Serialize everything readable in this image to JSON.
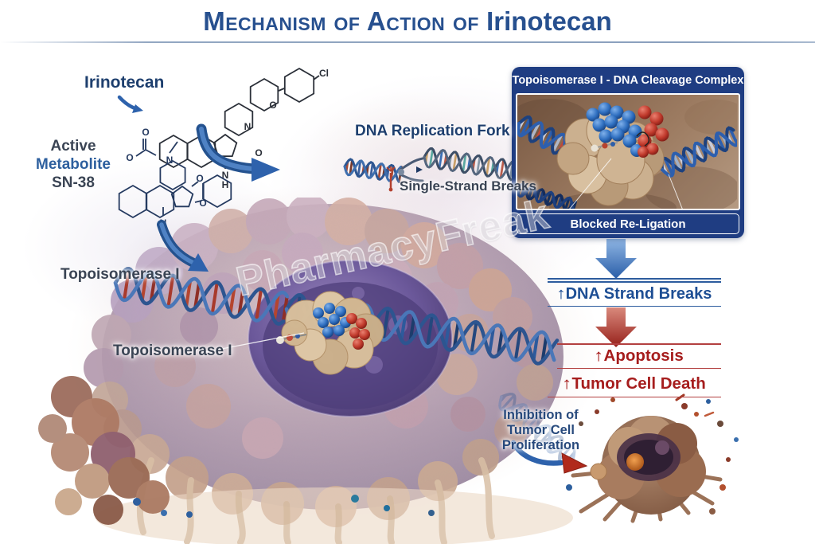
{
  "title": {
    "prefix": "Mechanism of Action of",
    "drug": "Irinotecan"
  },
  "left": {
    "irinotecan_label": "Irinotecan",
    "metabolite": {
      "line1": "Active",
      "line2": "Metabolite",
      "line3": "SN-38"
    },
    "topoisomerase_label_1": "Topoisomerase I",
    "topoisomerase_label_2": "Topoisomerase I"
  },
  "center": {
    "dna_replication_fork": "DNA Replication Fork",
    "single_strand_breaks": "Single-Strand Breaks"
  },
  "inset": {
    "header": "Topoisomerase I - DNA Cleavage Complex",
    "footer": "Blocked Re-Ligation"
  },
  "flow": {
    "rows": [
      {
        "arrow": "↑",
        "text": "DNA Strand Breaks"
      },
      {
        "arrow": "↑",
        "text": "Apoptosis"
      },
      {
        "arrow": "↑",
        "text": "Tumor Cell Death"
      }
    ]
  },
  "bottom_right": {
    "inhibition_line1": "Inhibition of",
    "inhibition_line2": "Tumor Cell Proliferation"
  },
  "watermark": "PharmacyFreak",
  "chem": {
    "irinotecan_atoms": [
      "Cl",
      "N",
      "N",
      "O",
      "O",
      "N",
      "H"
    ],
    "sn38_atoms": [
      "O",
      "O",
      "N",
      "O",
      "O",
      "N",
      "H"
    ]
  },
  "colors": {
    "title_blue": "#27508f",
    "navy": "#1e3f6e",
    "slate": "#3a4454",
    "blue": "#2d5f9e",
    "red_text": "#a61d1d",
    "inset_blue": "#1f3d82",
    "arrow_blue": "#2a62ae",
    "arrow_red": "#a3271e",
    "line_blue": "#2d5c9e",
    "line_red": "#b34040"
  }
}
